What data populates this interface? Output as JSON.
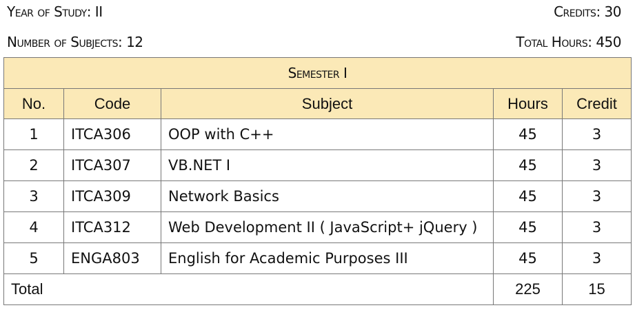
{
  "header": {
    "year_label": "Year of Study: II",
    "credits_label": "Credits: 30",
    "subjects_label": "Number of Subjects: 12",
    "hours_label": "Total Hours: 450"
  },
  "semester": {
    "title": "Semester I",
    "columns": {
      "no": "No.",
      "code": "Code",
      "subject": "Subject",
      "hours": "Hours",
      "credit": "Credit"
    },
    "rows": [
      {
        "no": "1",
        "code": "ITCA306",
        "subject": "OOP with C++",
        "hours": "45",
        "credit": "3"
      },
      {
        "no": "2",
        "code": "ITCA307",
        "subject": "VB.NET I",
        "hours": "45",
        "credit": "3"
      },
      {
        "no": "3",
        "code": "ITCA309",
        "subject": "Network Basics",
        "hours": "45",
        "credit": "3"
      },
      {
        "no": "4",
        "code": "ITCA312",
        "subject": "Web Development II ( JavaScript+ jQuery )",
        "hours": "45",
        "credit": "3"
      },
      {
        "no": "5",
        "code": "ENGA803",
        "subject": "English for Academic Purposes III",
        "hours": "45",
        "credit": "3"
      }
    ],
    "total": {
      "label": "Total",
      "hours": "225",
      "credit": "15"
    }
  },
  "colors": {
    "header_fill": "#fbe9b7",
    "border": "#777777"
  }
}
